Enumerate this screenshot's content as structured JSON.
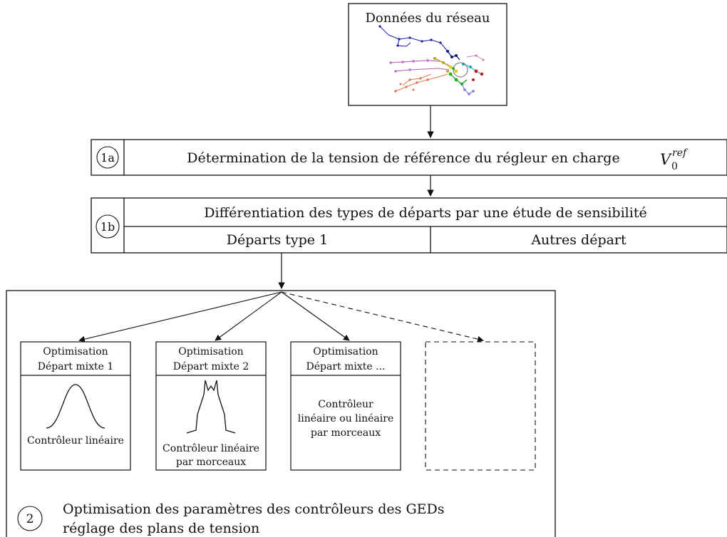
{
  "network_box": {
    "title": "Données du réseau"
  },
  "step_1a": {
    "circle_label": "1a",
    "text": "Détermination de la tension de référence du régleur en charge",
    "symbol_base": "V",
    "symbol_sub": "0",
    "symbol_sup": "ref"
  },
  "step_1b": {
    "circle_label": "1b",
    "header": "Différentiation des types de départs par une étude de sensibilité",
    "left_cell": "Départs type 1",
    "right_cell": "Autres départ"
  },
  "step_2": {
    "circle_label": "2",
    "line1": "Optimisation des paramètres des contrôleurs des GEDs",
    "line2": "réglage des plans de tension",
    "boxes": [
      {
        "title1": "Optimisation",
        "title2": "Départ mixte 1",
        "body": [
          "Contrôleur linéaire"
        ]
      },
      {
        "title1": "Optimisation",
        "title2": "Départ mixte 2",
        "body": [
          "Contrôleur linéaire",
          "par morceaux"
        ]
      },
      {
        "title1": "Optimisation",
        "title2": "Départ mixte ...",
        "body": [
          "Contrôleur",
          "linéaire ou linéaire",
          "par morceaux"
        ]
      }
    ]
  },
  "colors": {
    "line": "#111111",
    "background": "#ffffff"
  }
}
